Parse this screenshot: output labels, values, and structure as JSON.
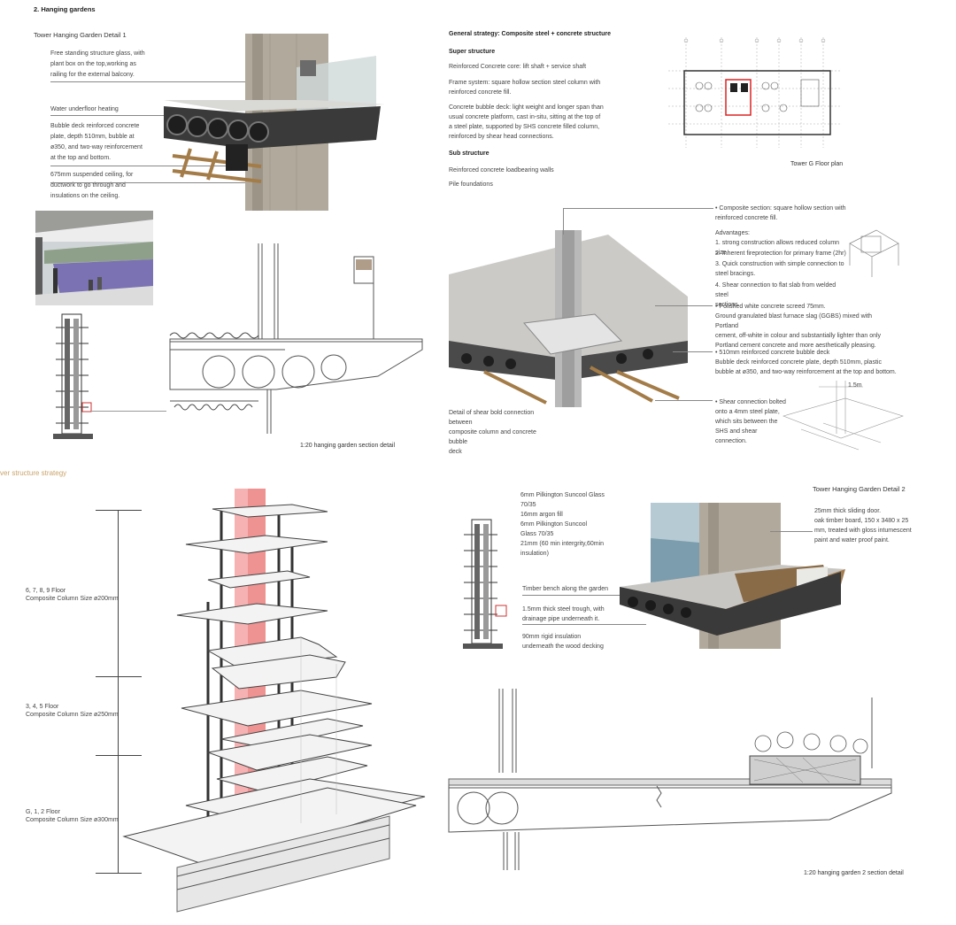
{
  "header": {
    "section_title": "2. Hanging gardens"
  },
  "detail1": {
    "title": "Tower Hanging Garden Detail 1",
    "notes": [
      "Free standing structure glass, with\nplant box on the top,working as\nrailing for the external balcony.",
      "Water underfloor heating",
      "Bubble deck reinforced concrete\nplate, depth 510mm, bubble at\nø350, and two-way reinforcement\nat the top and bottom.",
      "675mm suspended ceiling, for\nductwork to go through and\ninsulations on the ceiling."
    ],
    "section_caption": "1:20 hanging garden section detail"
  },
  "strategy": {
    "general_title": "General strategy: Composite steel + concrete structure",
    "super_title": "Super structure",
    "super_items": [
      "Reinforced Concrete core: lift shaft + service shaft",
      "Frame system: square hollow section steel column with\nreinforced concrete fill.",
      "Concrete bubble deck: light weight and longer span than\nusual concrete platform, cast in-situ, sitting at the top of\na steel plate, supported by SHS concrete filled column,\nreinforced by shear head connections."
    ],
    "sub_title": "Sub structure",
    "sub_items": [
      "Reinforced concrete loadbearing walls",
      "Pile foundations"
    ]
  },
  "floorplan": {
    "caption": "Tower G Floor plan"
  },
  "connection": {
    "composite_note": "• Composite section: square hollow section with\nreinforced concrete fill.",
    "advantages_title": "Advantages:",
    "advantages": [
      "1. strong construction allows reduced column size",
      "2. Inherent fireprotection for primary frame (2hr)",
      "3. Quick construction with simple connection to\nsteel bracings.",
      "4. Shear connection to flat slab from welded steel\nsections"
    ],
    "screed_note": "• Polished white concrete screed 75mm.\nGround granulated blast furnace slag (GGBS) mixed with Portland\ncement, off-white in colour and substantially lighter than only\nPortland cement concrete and more aesthetically pleasing.",
    "bubble_note": "• 510mm reinforced concrete bubble deck\nBubble deck reinforced concrete plate, depth 510mm, plastic\nbubble at ø350, and two-way reinforcement at the top and bottom.",
    "shear_note": "• Shear connection bolted\nonto a 4mm steel plate,\nwhich sits between the\nSHS and shear connection.",
    "dim_label": "1.5m",
    "detail_caption": "Detail of shear bold connection between\ncomposite column and concrete bubble\ndeck"
  },
  "tower": {
    "strategy_title": "ver structure strategy",
    "levels": [
      {
        "floors": "6, 7, 8, 9 Floor",
        "size": "Composite Column Size ø200mm"
      },
      {
        "floors": "3, 4, 5 Floor",
        "size": "Composite Column Size ø250mm"
      },
      {
        "floors": "G, 1, 2 Floor",
        "size": "Composite Column Size ø300mm"
      }
    ]
  },
  "detail2": {
    "title": "Tower Hanging Garden Detail 2",
    "glass_notes": "6mm Pilkington Suncool Glass\n70/35\n16mm argon fill\n6mm Pilkington Suncool\nGlass 70/35\n21mm (60 min intergrity,60min\ninsulation)",
    "bench_note": "Timber bench along the garden",
    "trough_note": "1.5mm thick steel trough, with\ndrainage pipe underneath it.",
    "insulation_note": "90mm    rigid    insulation\nunderneath the wood decking",
    "door_note": "25mm thick sliding door.\noak timber board, 150 x 3480 x 25\nmm, treated with gloss intumescent\npaint and water proof paint.",
    "section_caption": "1:20 hanging garden 2 section detail"
  },
  "colors": {
    "concrete": "#8f8c86",
    "deck_dark": "#3c3c3c",
    "timber": "#b68a52",
    "core_red": "#f07d7d",
    "accent_orange": "#c9a46a"
  }
}
